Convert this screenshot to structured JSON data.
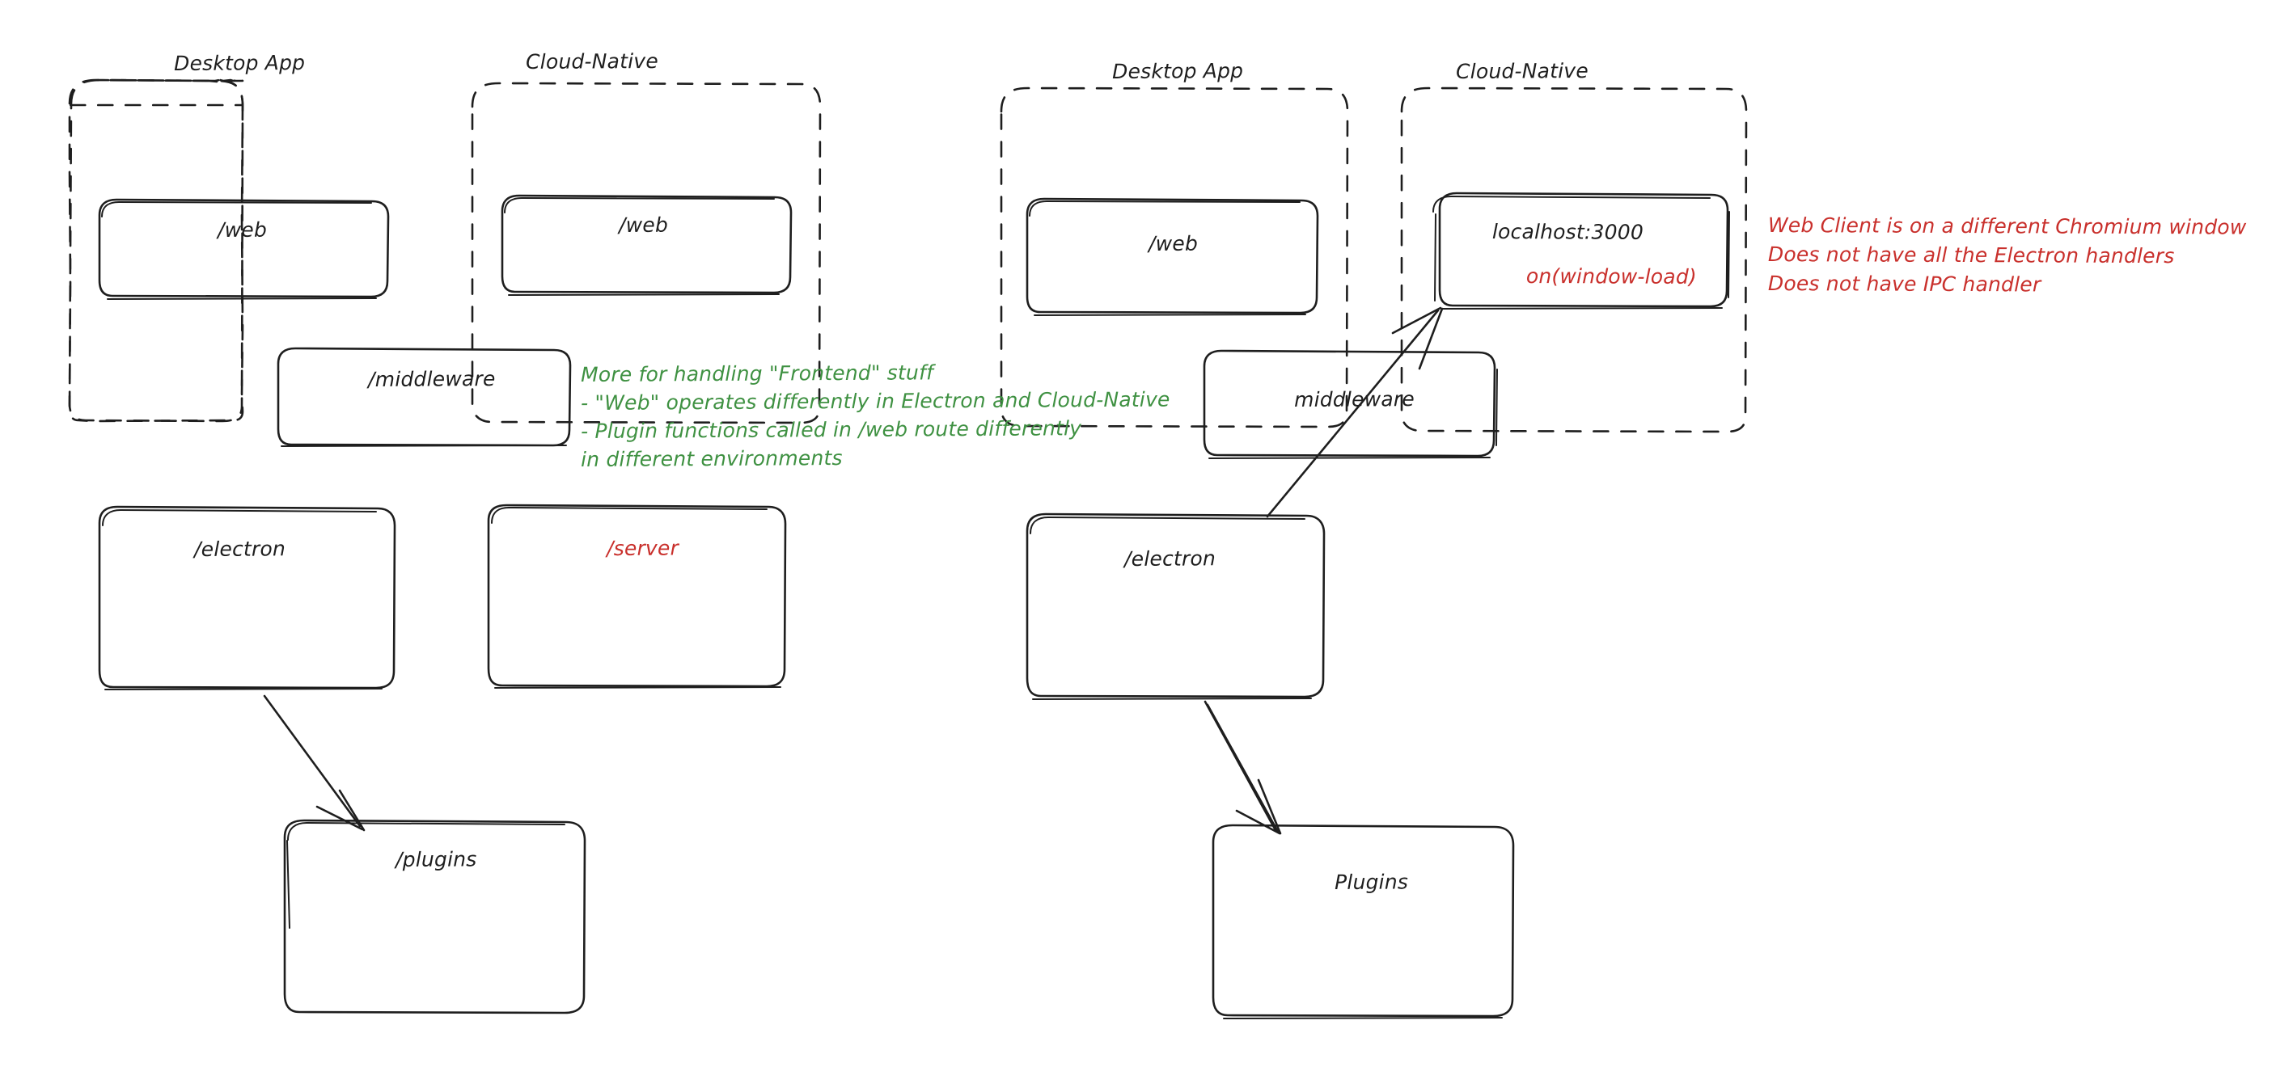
{
  "diagram": {
    "title": "Electron Desktop App vs Cloud-Native architecture comparison",
    "style": "hand-drawn sketch",
    "background": "#ffffff",
    "colors": {
      "stroke": "#1e1e1e",
      "text": "#1e1e1e",
      "green_note": "#3f9142",
      "red_note": "#c9302c"
    }
  },
  "left_diagram": {
    "groups": [
      {
        "label": "Desktop App",
        "style": "dashed"
      },
      {
        "label": "Cloud-Native",
        "style": "dashed"
      }
    ],
    "boxes": [
      {
        "label": "/web",
        "color": "#1e1e1e",
        "column": "desktop-app"
      },
      {
        "label": "/web",
        "color": "#1e1e1e",
        "column": "cloud-native"
      },
      {
        "label": "/middleware",
        "color": "#1e1e1e",
        "column": "spanning"
      },
      {
        "label": "/electron",
        "color": "#1e1e1e",
        "column": "desktop-app"
      },
      {
        "label": "/server",
        "color": "#c9302c",
        "column": "cloud-native"
      },
      {
        "label": "/plugins",
        "color": "#1e1e1e",
        "column": "outside"
      }
    ],
    "arrows": [
      {
        "from": "/electron",
        "to": "/plugins"
      }
    ]
  },
  "right_diagram": {
    "groups": [
      {
        "label": "Desktop App",
        "style": "dashed"
      },
      {
        "label": "Cloud-Native",
        "style": "dashed"
      }
    ],
    "boxes": [
      {
        "label": "/web",
        "sublabel": "",
        "color": "#1e1e1e",
        "column": "desktop-app"
      },
      {
        "label": "localhost:3000",
        "sublabel": "on(window-load)",
        "color": "#1e1e1e",
        "sublabel_color": "#c9302c",
        "column": "cloud-native"
      },
      {
        "label": "middleware",
        "sublabel": "",
        "color": "#1e1e1e",
        "column": "spanning"
      },
      {
        "label": "/electron",
        "sublabel": "",
        "color": "#1e1e1e",
        "column": "desktop-app"
      },
      {
        "label": "Plugins",
        "sublabel": "",
        "color": "#1e1e1e",
        "column": "outside"
      }
    ],
    "arrows": [
      {
        "from": "/electron",
        "to": "localhost:3000"
      },
      {
        "from": "/electron",
        "to": "Plugins"
      }
    ]
  },
  "notes": {
    "green": {
      "color": "#3f9142",
      "lines": [
        "More for handling \"Frontend\" stuff",
        "- \"Web\" operates differently in Electron and Cloud-Native",
        "- Plugin functions called in /web route differently",
        "in different environments"
      ]
    },
    "red": {
      "color": "#c9302c",
      "lines": [
        "Web Client is on a different Chromium window",
        "Does not have all the Electron handlers",
        "Does not have IPC handler"
      ]
    }
  }
}
